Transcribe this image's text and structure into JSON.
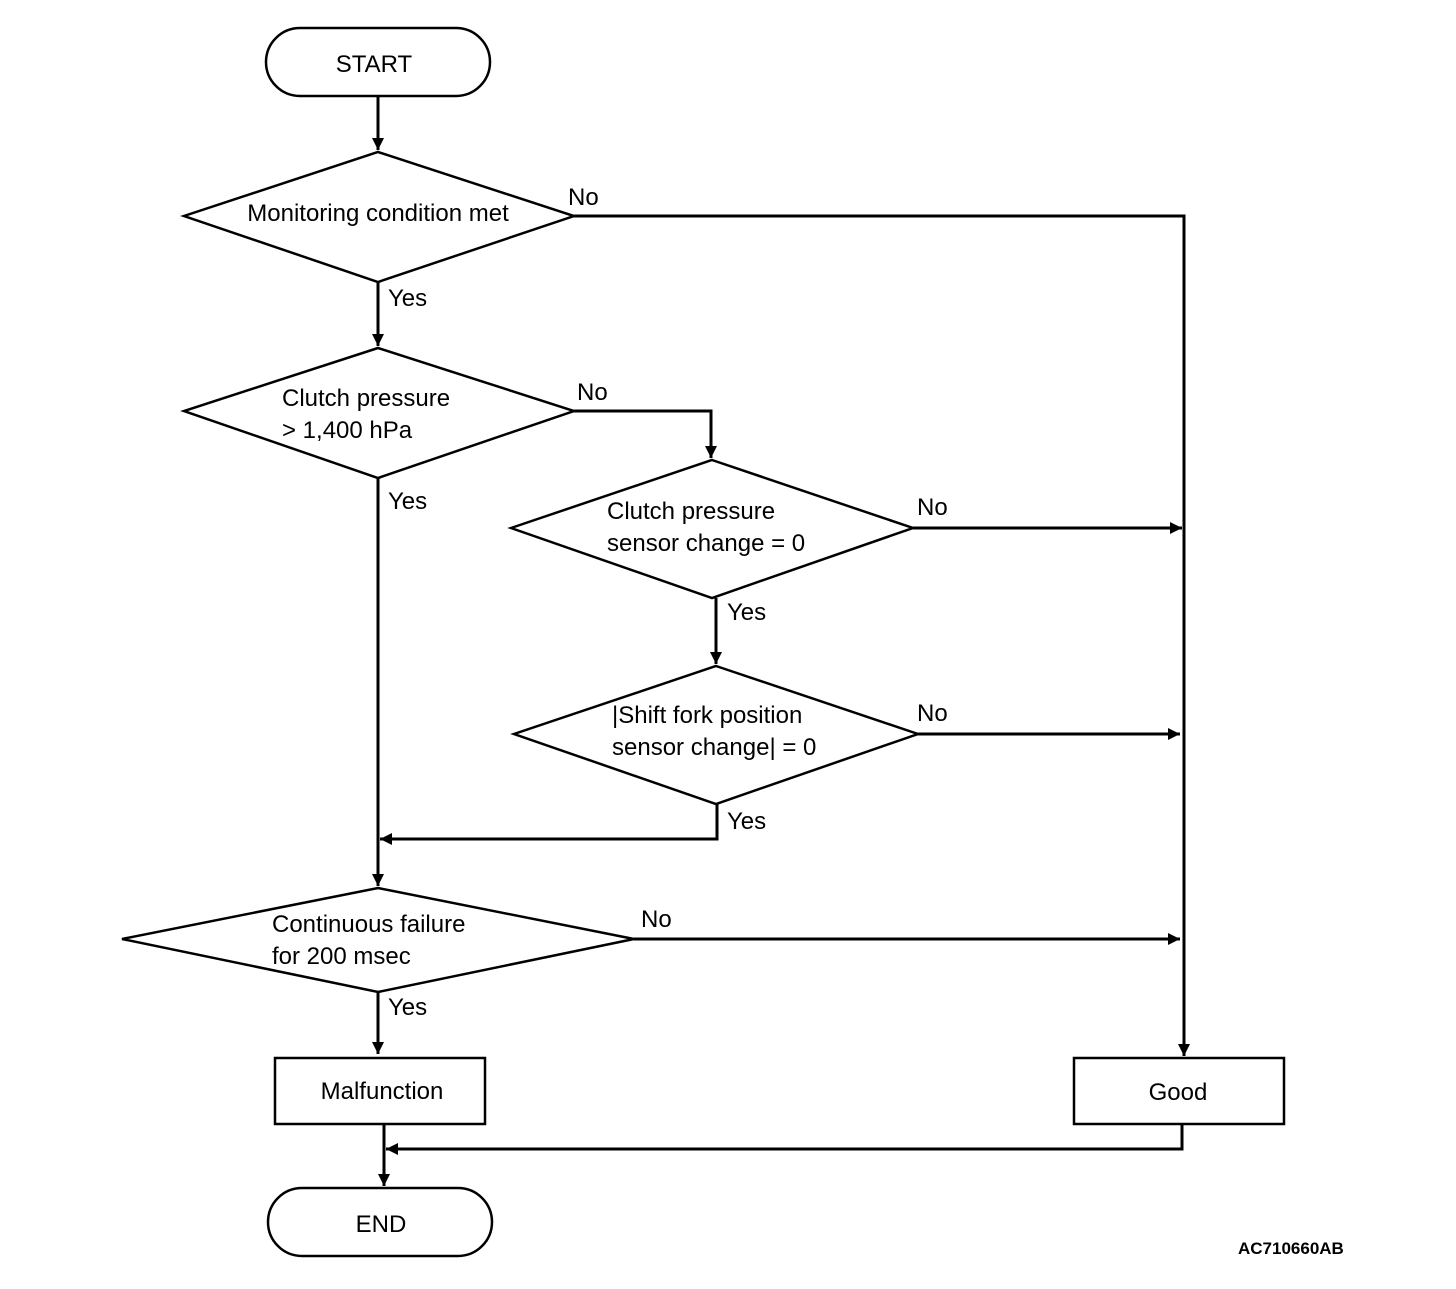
{
  "nodes": {
    "start": "START",
    "monitoring": [
      "Monitoring condition met"
    ],
    "clutch_pressure": [
      "Clutch pressure",
      "> 1,400 hPa"
    ],
    "clutch_sensor": [
      "Clutch pressure",
      "sensor change = 0"
    ],
    "shift_fork": [
      "|Shift fork position",
      "sensor change| = 0"
    ],
    "continuous": [
      "Continuous failure",
      "for 200 msec"
    ],
    "malfunction": "Malfunction",
    "good": "Good",
    "end": "END"
  },
  "edge_labels": {
    "yes": "Yes",
    "no": "No"
  },
  "figure_code": "AC710660AB",
  "colors": {
    "line": "#000000",
    "background": "#ffffff"
  }
}
